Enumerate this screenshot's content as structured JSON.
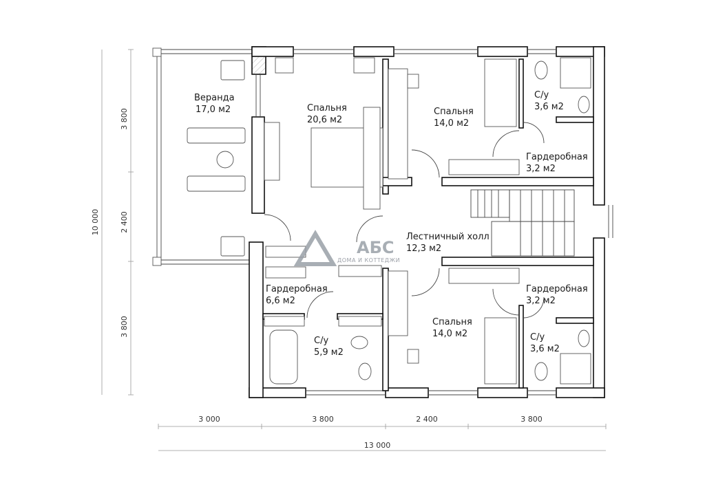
{
  "rooms": {
    "veranda": {
      "name": "Веранда",
      "area": "17,0 м2"
    },
    "bedroom_big": {
      "name": "Спальня",
      "area": "20,6 м2"
    },
    "bedroom_top": {
      "name": "Спальня",
      "area": "14,0 м2"
    },
    "bath_top": {
      "name": "С/у",
      "area": "3,6 м2"
    },
    "wardrobe_top": {
      "name": "Гардеробная",
      "area": "3,2 м2"
    },
    "stair_hall": {
      "name": "Лестничный холл",
      "area": "12,3 м2"
    },
    "wardrobe_left": {
      "name": "Гардеробная",
      "area": "6,6 м2"
    },
    "bath_left": {
      "name": "С/у",
      "area": "5,9 м2"
    },
    "bedroom_bottom": {
      "name": "Спальня",
      "area": "14,0 м2"
    },
    "wardrobe_bottom": {
      "name": "Гардеробная",
      "area": "3,2 м2"
    },
    "bath_bottom": {
      "name": "С/у",
      "area": "3,6 м2"
    }
  },
  "dimensions": {
    "left_total": "10 000",
    "left_segments": [
      "3 800",
      "2 400",
      "3 800"
    ],
    "bottom_segments": [
      "3 000",
      "3 800",
      "2 400",
      "3 800"
    ],
    "bottom_total": "13 000"
  },
  "logo": {
    "main": "АБС",
    "sub": "ДОМА И КОТТЕДЖИ"
  },
  "colors": {
    "walls": "#111111",
    "logo": "#9aa0a8"
  }
}
